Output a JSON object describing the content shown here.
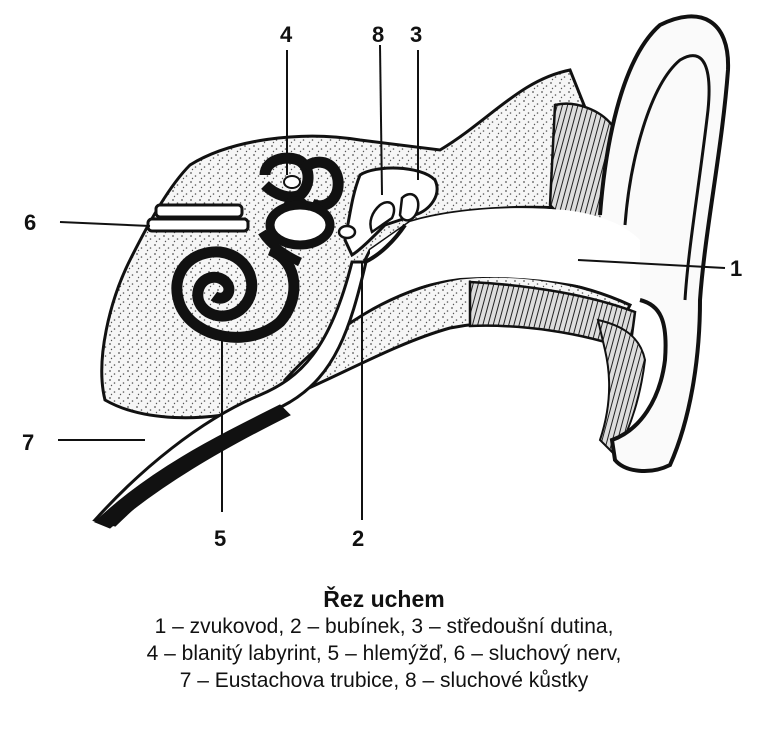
{
  "diagram": {
    "labels": {
      "l1": "1",
      "l2": "2",
      "l3": "3",
      "l4": "4",
      "l5": "5",
      "l6": "6",
      "l7": "7",
      "l8": "8"
    }
  },
  "caption": {
    "title": "Řez uchem",
    "line1": "1 – zvukovod, 2 – bubínek, 3 – středoušní dutina,",
    "line2": "4 – blanitý labyrint, 5 – hlemýžď, 6 – sluchový nerv,",
    "line3": "7 – Eustachova trubice, 8 – sluchové kůstky"
  },
  "colors": {
    "ink": "#111111",
    "bone": "#f4f4f4",
    "paper": "#ffffff"
  }
}
